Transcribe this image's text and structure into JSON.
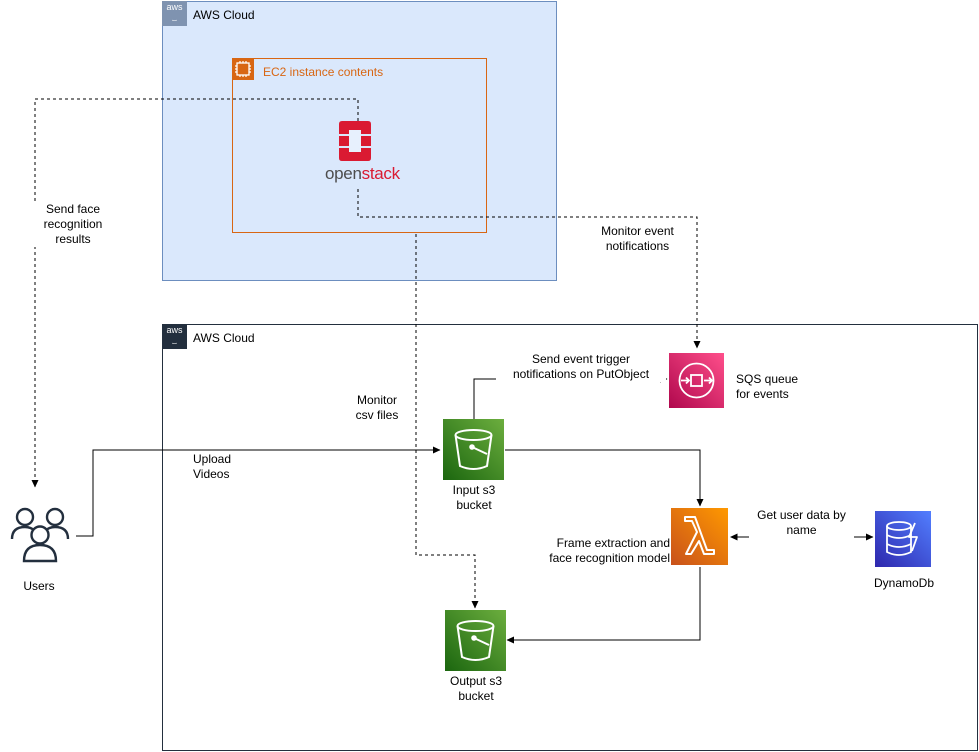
{
  "groups": {
    "top_cloud": {
      "label": "AWS Cloud",
      "logo": "aws"
    },
    "bottom_cloud": {
      "label": "AWS Cloud",
      "logo": "aws"
    },
    "ec2": {
      "label": "EC2 instance contents"
    }
  },
  "nodes": {
    "openstack": {
      "label_open": "open",
      "label_stack": "stack",
      "icon": "openstack-logo-icon"
    },
    "users": {
      "label": "Users",
      "icon": "users-icon"
    },
    "input_bucket": {
      "label": "Input s3\nbucket",
      "icon": "s3-bucket-icon"
    },
    "output_bucket": {
      "label": "Output s3\nbucket",
      "icon": "s3-bucket-icon"
    },
    "lambda": {
      "label": "Frame extraction and\nface recognition model",
      "icon": "lambda-icon"
    },
    "dynamodb": {
      "label": "DynamoDb",
      "icon": "dynamodb-icon"
    },
    "sqs": {
      "label": "SQS queue\nfor events",
      "icon": "sqs-icon"
    }
  },
  "edges": {
    "send_results": "Send face\nrecognition\nresults",
    "monitor_events": "Monitor event\nnotifications",
    "monitor_csv": "Monitor\ncsv files",
    "upload_videos": "Upload\nVideos",
    "send_trigger": "Send event trigger\nnotifications on PutObject",
    "get_user_data": "Get user data by\nname"
  },
  "colors": {
    "aws_dark": "#232f3e",
    "ec2_orange": "#d86613",
    "cloud_fill": "#dae8fc",
    "openstack_red": "#da1a32"
  }
}
